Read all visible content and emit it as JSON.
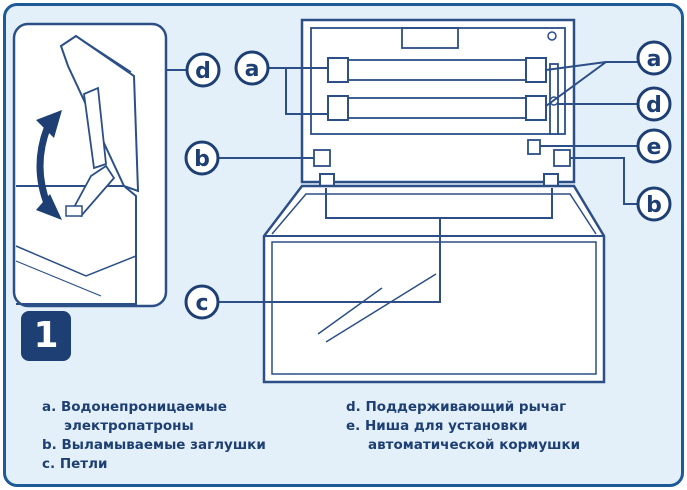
{
  "figure_number": "1",
  "callouts": {
    "a": "a",
    "b": "b",
    "c": "c",
    "d": "d",
    "e": "e"
  },
  "legend": {
    "left": [
      {
        "letter": "a.",
        "lines": [
          "Водонепроницаемые",
          "электропатроны"
        ]
      },
      {
        "letter": "b.",
        "lines": [
          "Выламываемые заглушки"
        ]
      },
      {
        "letter": "c.",
        "lines": [
          "Петли"
        ]
      }
    ],
    "right": [
      {
        "letter": "d.",
        "lines": [
          "Поддерживающий рычаг"
        ]
      },
      {
        "letter": "e.",
        "lines": [
          "Ниша для установки",
          "автоматической кормушки"
        ]
      }
    ]
  },
  "colors": {
    "frame": "#1d5a96",
    "background": "#e4f0f9",
    "ink": "#1d3f73",
    "line": "#2b4f86"
  }
}
